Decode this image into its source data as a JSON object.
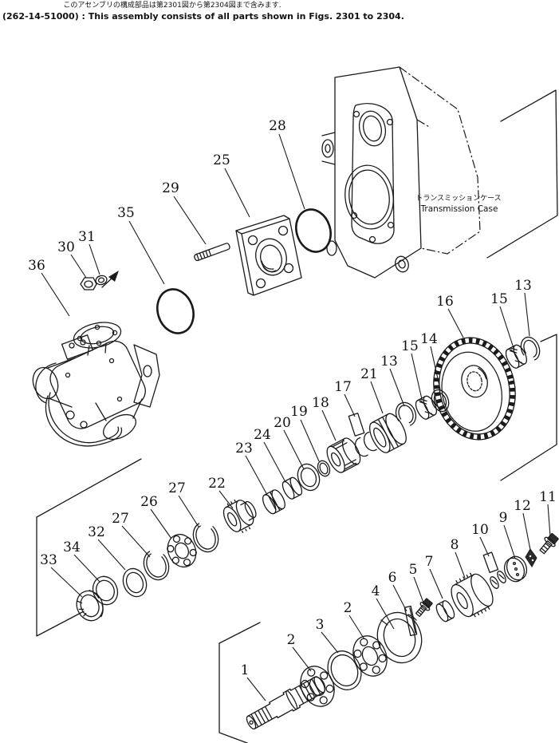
{
  "header": {
    "note_jp": "このアセンブリの構成部品は第2301図から第2304図まで含みます.",
    "note_en": "(262-14-51000) : This assembly consists of all parts shown in Figs. 2301 to 2304."
  },
  "case_label": {
    "jp": "トランスミッションケース",
    "en": "Transmission Case"
  },
  "diagram": {
    "ink_color": "#1a1a1a",
    "paper_color": "#ffffff",
    "callouts": {
      "p1": "1",
      "p2a": "2",
      "p2b": "2",
      "p3": "3",
      "p4": "4",
      "p5": "5",
      "p6": "6",
      "p7": "7",
      "p8": "8",
      "p9": "9",
      "p10": "10",
      "p11": "11",
      "p12": "12",
      "p13a": "13",
      "p13b": "13",
      "p14": "14",
      "p15a": "15",
      "p15b": "15",
      "p16": "16",
      "p17": "17",
      "p18": "18",
      "p19": "19",
      "p20": "20",
      "p21": "21",
      "p22": "22",
      "p23": "23",
      "p24": "24",
      "p25": "25",
      "p26": "26",
      "p27a": "27",
      "p27b": "27",
      "p28": "28",
      "p29": "29",
      "p30": "30",
      "p31": "31",
      "p32": "32",
      "p33": "33",
      "p34": "34",
      "p35": "35",
      "p36": "36"
    }
  }
}
